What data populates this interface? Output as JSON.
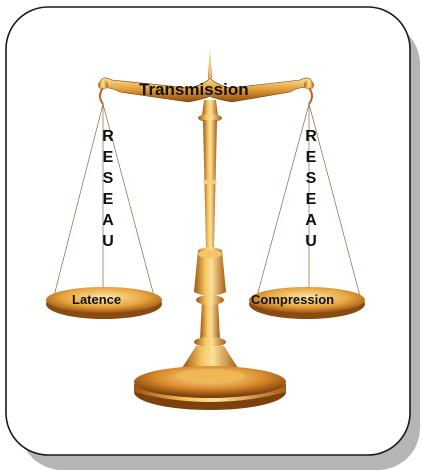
{
  "title": "Transmission",
  "left_column": [
    "R",
    "E",
    "S",
    "E",
    "A",
    "U"
  ],
  "right_column": [
    "R",
    "E",
    "S",
    "E",
    "A",
    "U"
  ],
  "left_pan_label": "Latence",
  "right_pan_label": "Compression",
  "icon": "balance-scale-icon",
  "colors": {
    "gold_light": "#f4c15a",
    "gold_mid": "#d6892a",
    "gold_dark": "#8a4a10",
    "frame_border": "#1a1a1a",
    "shadow": "#b5b5b5"
  }
}
